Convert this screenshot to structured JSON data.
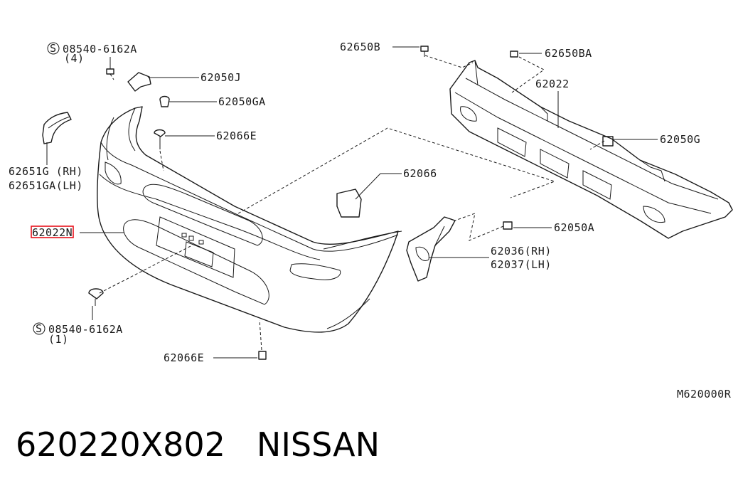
{
  "labels": {
    "screw_top_note": "08540-6162A",
    "screw_top_qty": "(4)",
    "p62050J": "62050J",
    "p62050GA": "62050GA",
    "p62066E": "62066E",
    "p62651G": "62651G (RH)",
    "p62651GA": "62651GA(LH)",
    "p62022N": "62022N",
    "p62066": "62066",
    "screw_bottom_note": "08540-6162A",
    "screw_bottom_qty": "(1)",
    "p62066E_bottom": "62066E",
    "p62650B": "62650B",
    "p62650BA": "62650BA",
    "p62022": "62022",
    "p62050G": "62050G",
    "p62050A": "62050A",
    "p62036": "62036(RH)",
    "p62037": "62037(LH)",
    "figure_code": "M620000R",
    "s_symbol": "S"
  },
  "highlight_color": "#e8121c",
  "footer": {
    "part_number": "620220X802",
    "brand": "NISSAN"
  }
}
